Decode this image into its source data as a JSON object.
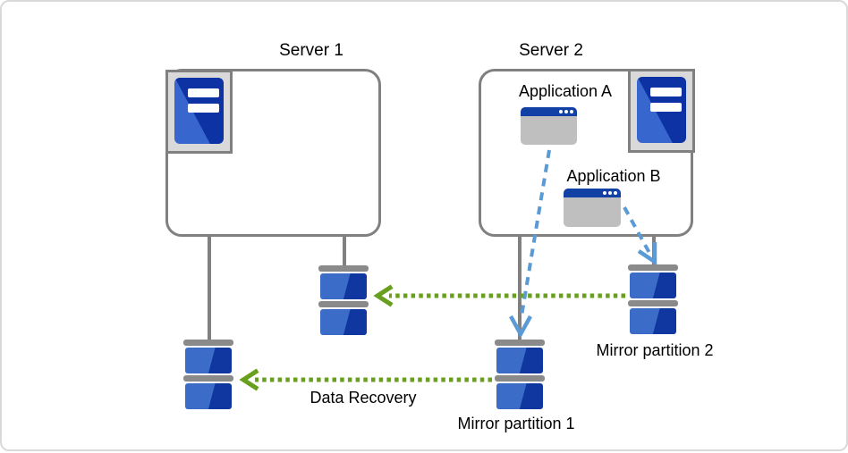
{
  "diagram": {
    "server1": {
      "label": "Server 1"
    },
    "server2": {
      "label": "Server 2"
    },
    "application_a": {
      "label": "Application A"
    },
    "application_b": {
      "label": "Application B"
    },
    "mirror_partition_1": {
      "label": "Mirror partition 1"
    },
    "mirror_partition_2": {
      "label": "Mirror partition 2"
    },
    "data_recovery": {
      "label": "Data Recovery"
    }
  },
  "icons": {
    "server_tower": "server-tower-icon",
    "app_window": "application-window-icon",
    "disk_partition": "disk-partition-icon"
  },
  "colors": {
    "box_border_gray": "#808080",
    "connector_gray": "#808080",
    "arrow_green": "#699F1E",
    "arrow_blue": "#5B9BD5",
    "disk_blue_light": "#3B6CC8",
    "disk_blue_dark": "#10379F",
    "tower_blue_light": "#3767CE",
    "tower_blue_dark": "#0C32A4",
    "icon_bg_gray": "#D9D9D9",
    "window_titlebar_blue": "#1241A5",
    "window_body_gray": "#BFBFBF",
    "page_border_gray": "#D9D9D9"
  }
}
